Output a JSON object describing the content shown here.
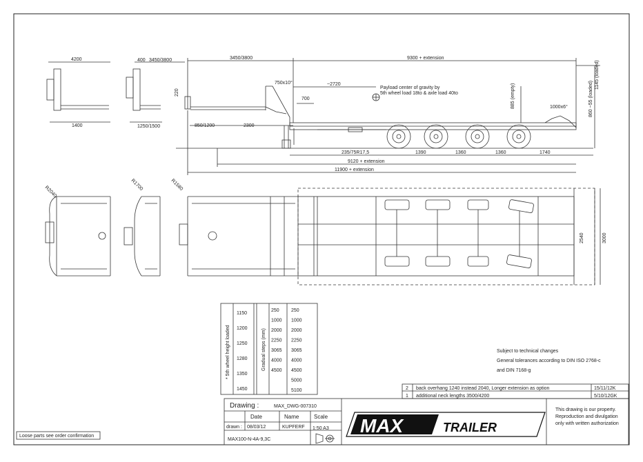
{
  "dims": {
    "left_top": "4200",
    "left_bottom": "1400",
    "side2_a": "400",
    "side2_b": "3450/3800",
    "side2_c": "1250/1500",
    "main_a": "3450/3800",
    "main_b": "9300 + extension",
    "height_220": "220",
    "d750": "750x10°",
    "d2720": "~2720",
    "d700": "700",
    "d850": "850/1200",
    "d2300": "2300",
    "d1000": "1000x6°",
    "d1390": "1390",
    "d1360a": "1360",
    "d1360b": "1360",
    "d1740": "1740",
    "d235": "235/75R17,5",
    "d9120": "9120 + extension",
    "d11900": "11900 + extension",
    "d885": "885 (empty)",
    "d860": "860 ~55 (loaded)",
    "d1145": "1145 (loaded)",
    "payload_1": "Payload center of gravity by",
    "payload_2": "5th wheel load 18to & axle load 40to",
    "plan_r1": "R2040",
    "plan_r2": "R1700",
    "plan_r3": "R1580",
    "plan_w1": "2540",
    "plan_w2": "3000"
  },
  "step_table": {
    "axis1": "* 5th wheel height loaded",
    "axis2": "Gradual steps (mm)",
    "heights": [
      "1150",
      "1200",
      "1250",
      "1280",
      "1350",
      "1450"
    ],
    "col2": [
      "250",
      "1000",
      "2000",
      "2250",
      "3065",
      "4000",
      "4500"
    ],
    "col3": [
      "250",
      "1000",
      "2000",
      "2250",
      "3065",
      "4000",
      "4500",
      "5000",
      "5100"
    ]
  },
  "notes": {
    "line1": "Subject to technical changes",
    "line2": "General tolerances according to DIN ISO 2768-c",
    "line3": "and DIN 7168-g",
    "loose": "Loose parts see order confirmation"
  },
  "revisions": [
    {
      "no": "2",
      "text": "back overhang 1240 instead 2040, Longer extension as option",
      "date": "15/11/12K"
    },
    {
      "no": "1",
      "text": "additional neck lengths 3500/4200",
      "date": "5/10/12GK"
    }
  ],
  "title_block": {
    "drawing_label": "Drawing :",
    "drawing_no": "MAX_DWG-007310",
    "date_label": "Date",
    "name_label": "Name",
    "scale_label": "Scale",
    "drawn_label": "drawn :",
    "drawn_date": "08/03/12",
    "drawn_name": "KUPFERF",
    "scale_value": "1:50 A3",
    "model": "MAX100-N-4A-9,3C",
    "logo_max": "MAX",
    "logo_trailer": "TRAILER",
    "property_1": "This drawing is our property.",
    "property_2": "Reproduction and divulgation",
    "property_3": "only with written authorization"
  }
}
